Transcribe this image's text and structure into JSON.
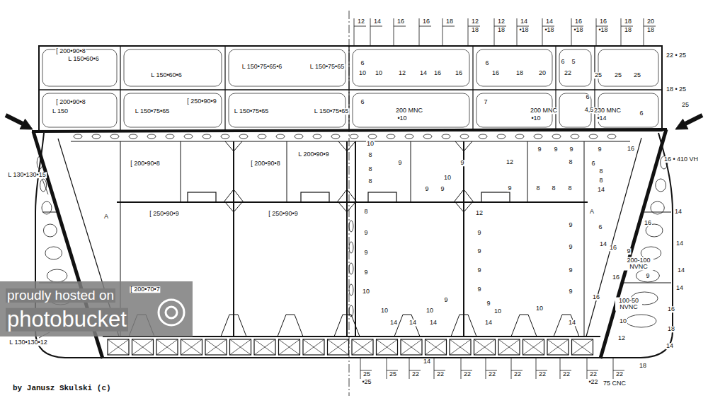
{
  "diagram": {
    "caption": "by Janusz Skulski (c)",
    "labels": [
      "12",
      "14",
      "16",
      "16",
      "18",
      "12",
      "18",
      "12",
      "18",
      "14",
      "•18",
      "14",
      "•18",
      "16",
      "•18",
      "16",
      "•18",
      "18",
      "18",
      "20",
      "18",
      "22 • 25",
      "18 • 25",
      "25",
      "[ 200•90•8",
      "L 150•60•6",
      "L 150•60•6",
      "L 150•75•65•6",
      "L 150•75•65",
      "6",
      "10",
      "10",
      "12",
      "14",
      "16",
      "16",
      "6",
      "16",
      "18",
      "20",
      "22",
      "6",
      "5",
      "25",
      "25",
      "25",
      "[ 200•90•8",
      "L 150",
      "L 150•75•65",
      "[ 250•90•9",
      "L 150•75•65",
      "L 150•75•65",
      "6",
      "7",
      "200 MNC",
      "•10",
      "200 MNC",
      "•10",
      "6",
      "4,5",
      "230 MNC",
      "•14",
      "6",
      "16",
      "16 • 410 VH",
      "L 130•130•15",
      "[ 200•90•8",
      "[ 200•90•8",
      "L 200•90•9",
      "10",
      "8",
      "8",
      "8",
      "9",
      "9",
      "12",
      "9",
      "9",
      "9",
      "9",
      "8",
      "6",
      "8",
      "8",
      "14",
      "10",
      "9",
      "9",
      "9",
      "8",
      "8",
      "8",
      "[ 250•90•9",
      "[ 250•90•9",
      "8",
      "12",
      "9",
      "A",
      "A",
      "6",
      "14",
      "14",
      "14",
      "16",
      "16",
      "16",
      "9",
      "200-100 NVNC",
      "9",
      "100-50 NVNC",
      "14",
      "14",
      "16",
      "18",
      "10",
      "12",
      "14",
      "18",
      "9",
      "9",
      "9",
      "10",
      "9",
      "9",
      "9",
      "9",
      "9",
      "9",
      "9",
      "10",
      "10",
      "9",
      "10",
      "9",
      "10",
      "14",
      "14",
      "14",
      "14",
      "14",
      "16",
      "[ 200•70•7",
      "L 130•130•12",
      "25",
      "•25",
      "25",
      "22",
      "14",
      "22",
      "22",
      "22",
      "22",
      "22",
      "22",
      "22",
      "•22",
      "22",
      "75 CNC",
      "proudly hosted on",
      "photobucket"
    ]
  }
}
